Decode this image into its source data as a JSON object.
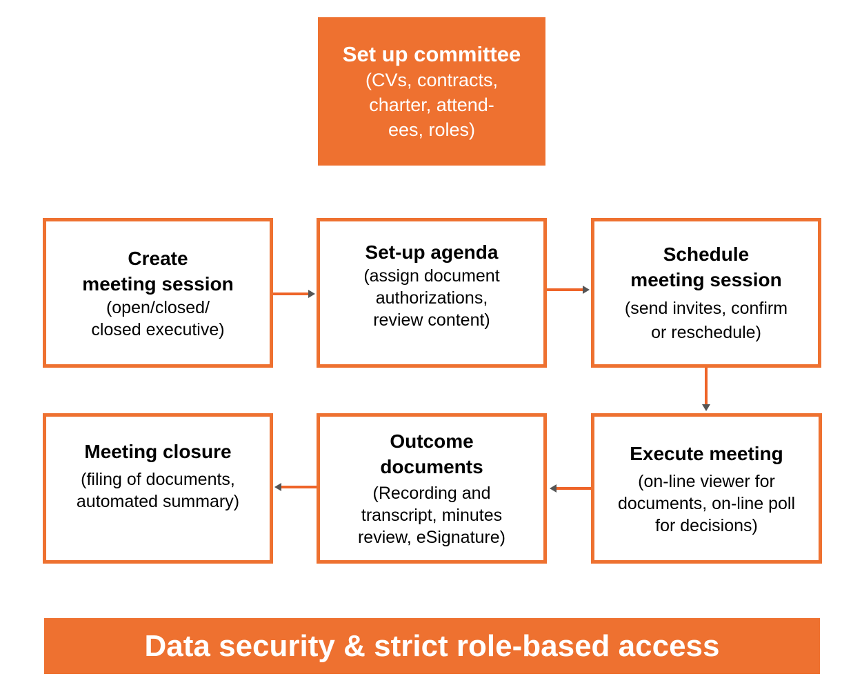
{
  "top": {
    "title": "Set up committee",
    "lines": [
      "(CVs, contracts,",
      "charter, attend-",
      "ees, roles)"
    ]
  },
  "steps": [
    {
      "title": [
        "Create",
        "meeting session"
      ],
      "lines": [
        "(open/closed/",
        "closed executive)"
      ]
    },
    {
      "title": [
        "Set-up agenda"
      ],
      "lines": [
        "(assign document",
        "authorizations,",
        "review content)"
      ]
    },
    {
      "title": [
        "Schedule",
        "meeting session"
      ],
      "lines": [
        "(send invites, confirm",
        "or reschedule)"
      ]
    },
    {
      "title": [
        "Execute meeting"
      ],
      "lines": [
        "(on-line viewer for",
        "documents, on-line poll",
        "for decisions)"
      ]
    },
    {
      "title": [
        "Outcome",
        "documents"
      ],
      "lines": [
        "(Recording and",
        "transcript, minutes",
        "review, eSignature)"
      ]
    },
    {
      "title": [
        "Meeting closure"
      ],
      "lines": [
        "(filing of documents,",
        "automated summary)"
      ]
    }
  ],
  "footer": "Data security & strict role-based access",
  "colors": {
    "accent": "#ee7130",
    "arrowhead": "#555555"
  }
}
